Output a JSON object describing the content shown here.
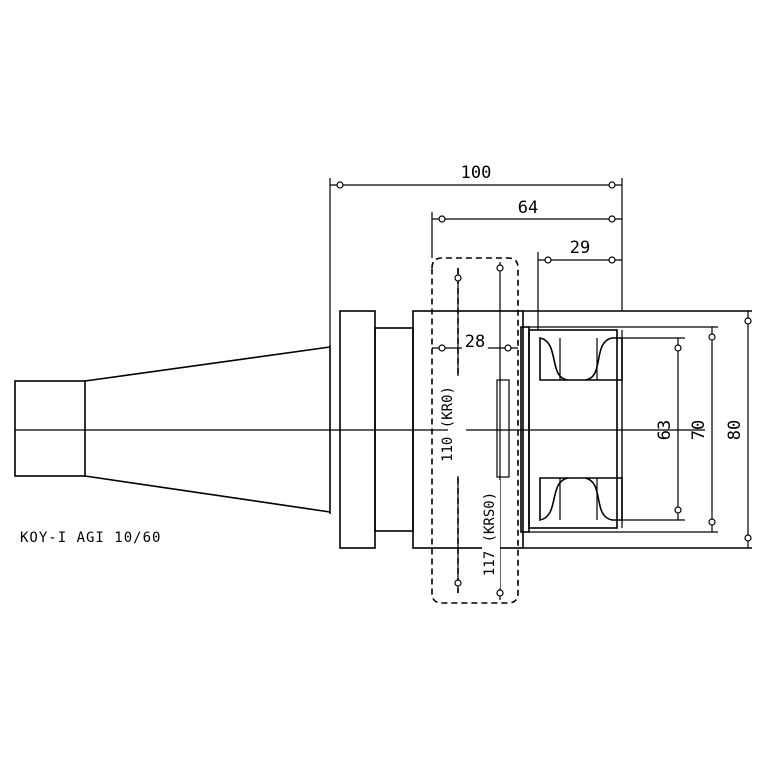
{
  "dimensions": {
    "overall_length": "100",
    "body_length": "64",
    "collet_depth": "29",
    "setting_width": "28",
    "kr_length": "110 (KR0)",
    "krs_length": "117 (KRS0)",
    "inner_diameter": "63",
    "bore_diameter": "70",
    "outer_diameter": "80"
  },
  "part_code": "KOY-I AGI 10/60"
}
